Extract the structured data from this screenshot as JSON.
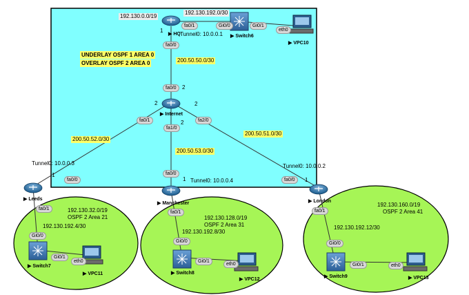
{
  "banner": {
    "underlay": "UNDERLAY OSPF 1 AREA 0",
    "overlay": "OVERLAY OSPF 2 AREA 0"
  },
  "devices": {
    "hq": "HQ",
    "internet": "Internet",
    "leeds": "Leeds",
    "manchester": "Manchester",
    "london": "London",
    "switch6": "Switch6",
    "switch7": "Switch7",
    "switch8": "Switch8",
    "switch9": "Switch9",
    "vpc10": "VPC10",
    "vpc11": "VPC11",
    "vpc12": "VPC12",
    "vpc13": "VPC13"
  },
  "interfaces": {
    "hq_fa01": "fa0/1",
    "hq_fa00": "fa0/0",
    "sw6_gi00": "Gi0/0",
    "sw6_gi01": "Gi0/1",
    "vpc10_eth0": "eth0",
    "inet_fa00": "fa0/0",
    "inet_fa01": "fa0/1",
    "inet_fa10": "fa1/0",
    "inet_fa20": "fa2/0",
    "leeds_fa00": "fa0/0",
    "leeds_fa01": "fa0/1",
    "man_fa00": "fa0/0",
    "man_fa01": "fa0/1",
    "lon_fa00": "fa0/0",
    "lon_fa01": "fa0/1",
    "sw7_gi00": "Gi0/0",
    "sw7_gi01": "Gi0/1",
    "vpc11_eth0": "eth0",
    "sw8_gi00": "Gi0/0",
    "sw8_gi01": "Gi0/1",
    "vpc12_eth0": "eth0",
    "sw9_gi00": "Gi0/0",
    "sw9_gi01": "Gi0/1",
    "vpc13_eth0": "eth0"
  },
  "subnets": {
    "hq_lan": "192.130.0.0/19",
    "hq_sw": "192.130.192.0/30",
    "hq_inet": "200.50.50.0/30",
    "leeds_inet": "200.50.52.0/30",
    "man_inet": "200.50.53.0/30",
    "lon_inet": "200.50.51.0/30",
    "leeds_lan": "192.130.32.0/19",
    "leeds_area": "OSPF 2 Area 21",
    "leeds_sw": "192.130.192.4/30",
    "man_lan": "192.130.128.0/19",
    "man_area": "OSPF 2 Area 31",
    "man_sw": "192.130.192.8/30",
    "lon_lan": "192.130.160.0/19",
    "lon_area": "OSPF 2 Area 41",
    "lon_sw": "192.130.192.12/30"
  },
  "tunnels": {
    "hq": "Tunnel0: 10.0.0.1",
    "leeds": "Tunnel0: 10.0.0.3",
    "manchester": "Tunnel0: 10.0.0.4",
    "london": "Tunnel0: 10.0.0.2"
  },
  "numbers": {
    "hq_1": "1",
    "inet_top_2": "2",
    "inet_left_2": "2",
    "inet_right_2": "2",
    "inet_bottom_2": "2",
    "leeds_1": "1",
    "man_1": "1",
    "lon_1": "1"
  },
  "colors": {
    "wan_area": "#80ffff",
    "site_area": "#a6f556",
    "router": "#3b7fb5",
    "switch": "#4f86c6"
  }
}
